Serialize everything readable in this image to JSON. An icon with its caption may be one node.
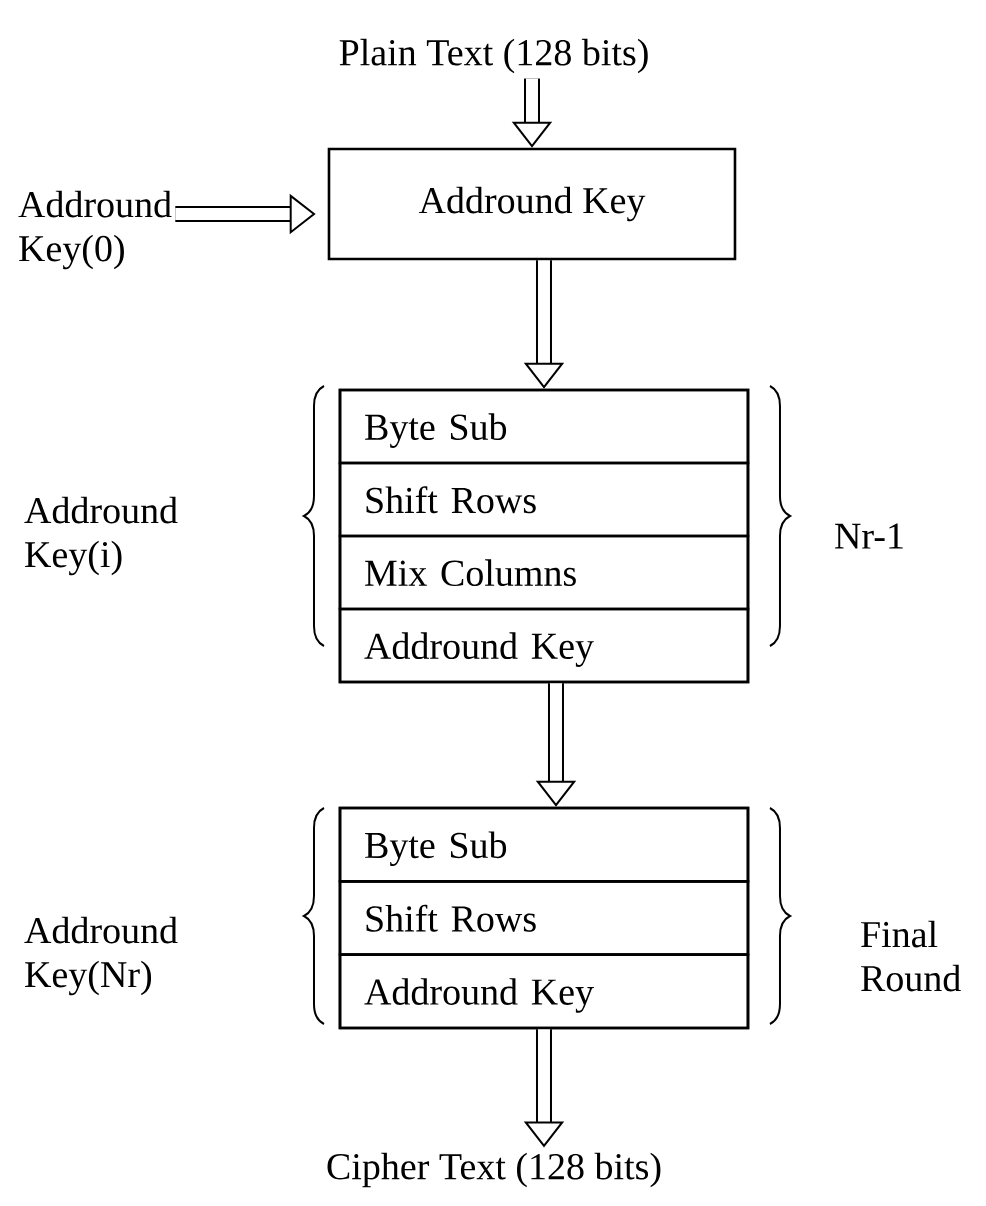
{
  "diagram": {
    "nodes": [
      {
        "text": [
          "Plain Text (128 bits)"
        ]
      },
      {
        "text": [
          "Addround Key(0)"
        ]
      },
      {
        "text": [
          "Addround Key"
        ]
      },
      {
        "text": [],
        "shape": "box"
      },
      {
        "text": [
          "Byte Sub"
        ],
        "in": 3
      },
      {
        "text": [
          "Shift Rows"
        ],
        "in": 3
      },
      {
        "text": [
          "Mix Columns"
        ],
        "in": 3
      },
      {
        "text": [
          "Addround Key"
        ],
        "in": 3
      },
      {
        "text": [],
        "shape": "box"
      },
      {
        "text": [
          "Byte Sub"
        ],
        "in": 8
      },
      {
        "text": [
          "Shift Rows"
        ],
        "in": 8
      },
      {
        "text": [
          "Addround Key"
        ],
        "in": 8
      },
      {
        "text": [
          "Cipher Text (128 bits)"
        ]
      }
    ],
    "edges": [
      {
        "from": 0,
        "to": 2,
        "arrow": "to"
      },
      {
        "from": 1,
        "to": 2,
        "arrow": "to"
      },
      {
        "from": 2,
        "to": 3,
        "arrow": "to"
      },
      {
        "from": 3,
        "to": 8,
        "arrow": "to"
      },
      {
        "from": 8,
        "to": 12,
        "arrow": "to"
      }
    ],
    "labels": [
      "Addround Key(i)",
      "Nr-1",
      "Addround Key(Nr)",
      "Final Round"
    ]
  }
}
